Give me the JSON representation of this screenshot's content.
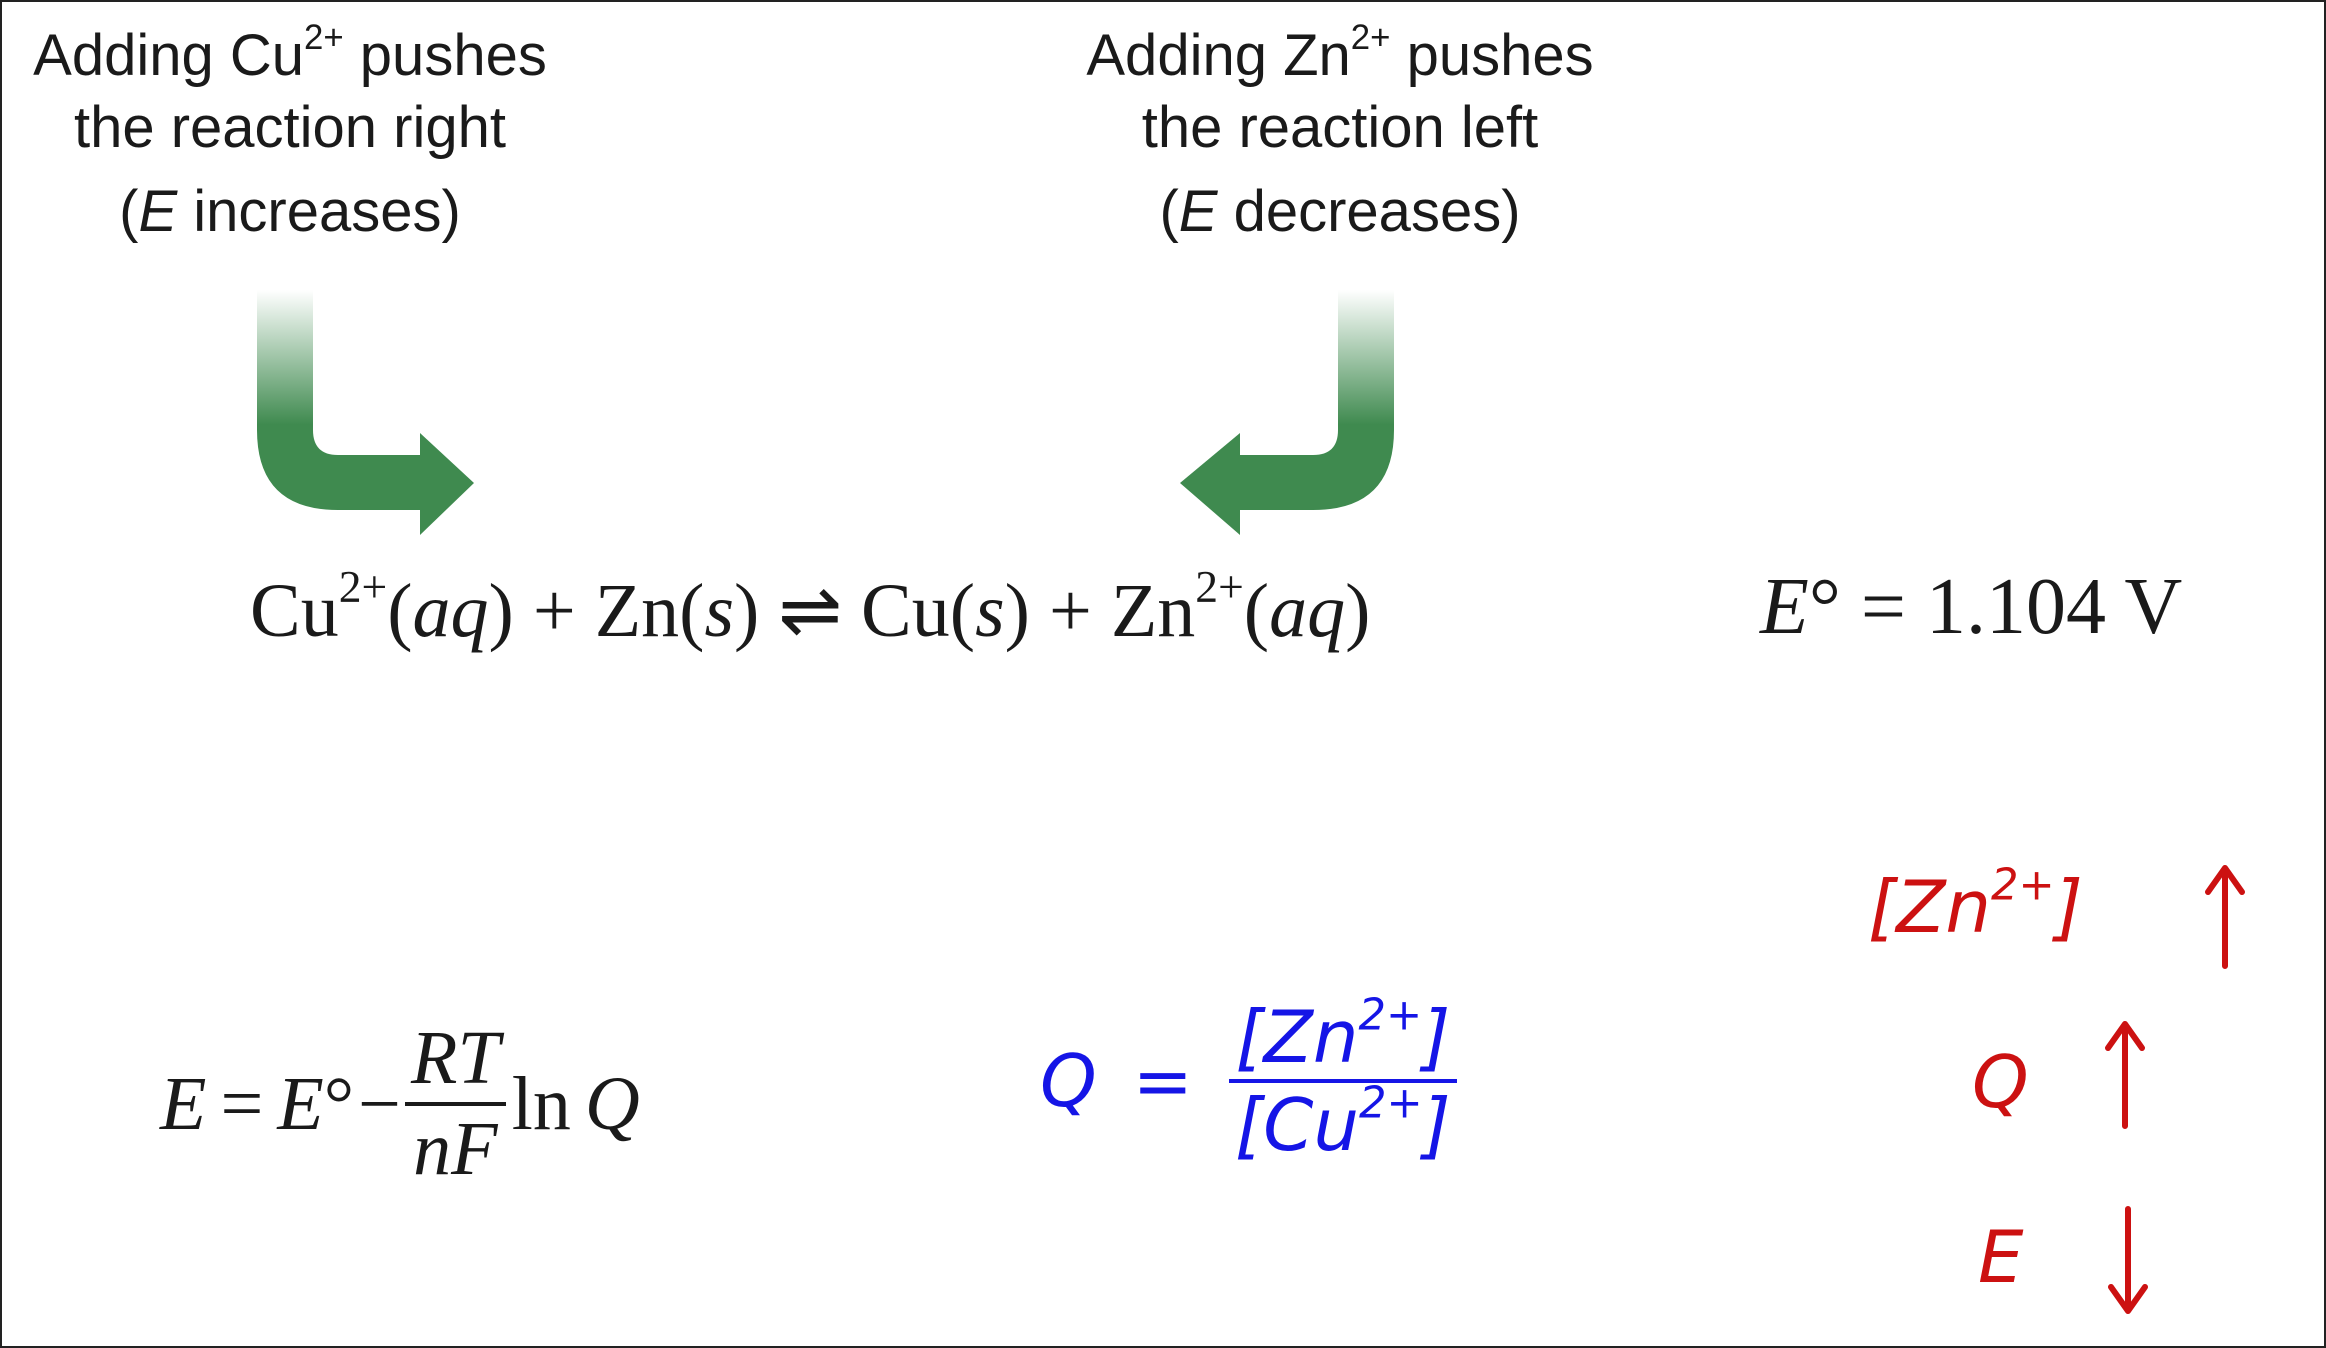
{
  "colors": {
    "arrow_green": "#3f8a4f",
    "blue_ink": "#1515e6",
    "red_ink": "#cc1111",
    "text": "#1a1a1a"
  },
  "icons": [
    "curved-arrow-right-icon",
    "curved-arrow-left-icon",
    "up-arrow-icon",
    "down-arrow-icon"
  ],
  "left_caption": {
    "line1_pre": "Adding Cu",
    "line1_sup": "2+",
    "line1_post": " pushes",
    "line2": "the reaction right",
    "line3_open": "(",
    "line3_var": "E",
    "line3_rest": " increases)"
  },
  "right_caption": {
    "line1_pre": "Adding Zn",
    "line1_sup": "2+",
    "line1_post": " pushes",
    "line2": "the reaction left",
    "line3_open": "(",
    "line3_var": "E",
    "line3_rest": " decreases)"
  },
  "reaction": {
    "r1": "Cu",
    "r1_sup": "2+",
    "r1_state": "aq",
    "plus1": "+",
    "r2": "Zn",
    "r2_state": "s",
    "arrow": "⇌",
    "p1": "Cu",
    "p1_state": "s",
    "plus2": "+",
    "p2": "Zn",
    "p2_sup": "2+",
    "p2_state": "aq"
  },
  "standard_potential": {
    "symbol": "E",
    "degree": "°",
    "equals": "=",
    "value": "1.104 V"
  },
  "nernst": {
    "lhs": "E",
    "equals": "=",
    "e0": "E",
    "degree": "°",
    "minus": "−",
    "numerator": "RT",
    "denominator": "nF",
    "ln": "ln",
    "q": "Q"
  },
  "q_expression": {
    "q": "Q",
    "equals": "=",
    "numerator": "[Zn",
    "numerator_sup": "2+",
    "numerator_close": "]",
    "denominator": "[Cu",
    "denominator_sup": "2+",
    "denominator_close": "]"
  },
  "trend": {
    "zn_label": "[Zn",
    "zn_sup": "2+",
    "zn_close": "]",
    "q_label": "Q",
    "e_label": "E",
    "zn_dir": "up",
    "q_dir": "up",
    "e_dir": "down"
  }
}
